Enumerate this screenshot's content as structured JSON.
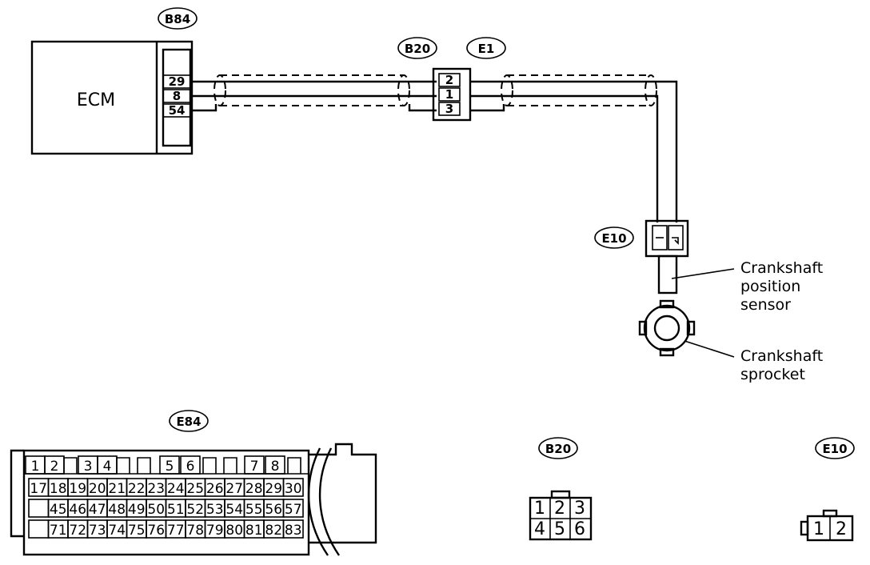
{
  "ecm": {
    "label": "ECM",
    "connector": "B84",
    "pins": [
      "29",
      "8",
      "54"
    ]
  },
  "b20": {
    "connector": "B20"
  },
  "e1": {
    "connector": "E1",
    "pins": [
      "2",
      "1",
      "3"
    ]
  },
  "e10": {
    "connector": "E10"
  },
  "callouts": {
    "sensor": [
      "Crankshaft",
      "position",
      "sensor"
    ],
    "sprocket": [
      "Crankshaft",
      "sprocket"
    ]
  },
  "connector_e84": {
    "tag": "E84",
    "top_row": [
      "1",
      "2",
      "3",
      "4",
      "5",
      "6",
      "7",
      "8"
    ],
    "row2": [
      "17",
      "18",
      "19",
      "20",
      "21",
      "22",
      "23",
      "24",
      "25",
      "26",
      "27",
      "28",
      "29",
      "30"
    ],
    "row3": [
      "45",
      "46",
      "47",
      "48",
      "49",
      "50",
      "51",
      "52",
      "53",
      "54",
      "55",
      "56",
      "57"
    ],
    "row4": [
      "71",
      "72",
      "73",
      "74",
      "75",
      "76",
      "77",
      "78",
      "79",
      "80",
      "81",
      "82",
      "83"
    ]
  },
  "connector_b20": {
    "tag": "B20",
    "rows": [
      [
        "1",
        "2",
        "3"
      ],
      [
        "4",
        "5",
        "6"
      ]
    ]
  },
  "connector_e10": {
    "tag": "E10",
    "pins": [
      "1",
      "2"
    ]
  }
}
